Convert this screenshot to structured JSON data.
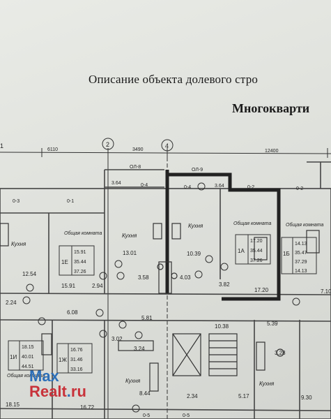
{
  "document": {
    "title_line1": "Описание объекта долевого стро",
    "title_line2": "Многокварти"
  },
  "plan": {
    "axes": [
      "2",
      "4"
    ],
    "axis_edge": "1",
    "dims": {
      "d1": "6110",
      "d2": "3490",
      "d3": "12400"
    },
    "walls": {
      "ol8": "ОЛ-8",
      "ol9": "ОЛ-9",
      "o3": "0-3",
      "o1": "0-1",
      "o4": "0-4",
      "o4b": "0-4",
      "o2": "0-2",
      "o2b": "0-2",
      "o5": "0-5",
      "o5b": "0-5"
    },
    "areas": {
      "a364": "3.64",
      "a364b": "3.64",
      "a1301": "13.01",
      "a1039": "10.39",
      "a1254": "12.54",
      "a1591": "15.91",
      "a294": "2.94",
      "a358": "3.58",
      "a403": "4.03",
      "a382": "3.82",
      "a1720": "17.20",
      "a608": "6.08",
      "a581": "5.81",
      "a1038": "10.38",
      "a539": "5.39",
      "a302": "3.02",
      "a324": "3.24",
      "a328": "3.28",
      "a844": "8.44",
      "a234": "2.34",
      "a517": "5.17",
      "a930": "9.30",
      "a1815": "18.15",
      "a1672": "16.72",
      "a224": "2.24",
      "a710": "7.10"
    },
    "rooms": {
      "kitchen1": "Кухня",
      "kitchen2": "Кухня",
      "kitchen3": "Кухня",
      "kitchen4": "Кухня",
      "kitchen5": "Кухня",
      "common_label": "Общая комната",
      "common2": "Общая комната",
      "common3": "Общая комната",
      "common4": "Общая комната"
    },
    "apartments": {
      "1E": {
        "code": "1Е",
        "v1": "15.91",
        "v2": "35.44",
        "v3": "37.26"
      },
      "1A": {
        "code": "1А",
        "v1": "17.20",
        "v2": "35.44",
        "v3": "37.26"
      },
      "1B": {
        "code": "1Б",
        "v1": "14.13",
        "v2": "35.47",
        "v3": "37.29",
        "v4": "14.13"
      },
      "1I": {
        "code": "1И",
        "v1": "18.15",
        "v2": "40.01",
        "v3": "44.51"
      },
      "1ZH": {
        "code": "1Ж",
        "v1": "16.76",
        "v2": "31.46",
        "v3": "33.16"
      }
    }
  },
  "watermark": {
    "line1": "Max",
    "line2": "Realt",
    "dot": ".",
    "tld": "ru"
  },
  "colors": {
    "paper": "#e4e6e1",
    "ink": "#222222",
    "wm_blue": "#2d6fb8",
    "wm_red": "#c8323a"
  }
}
